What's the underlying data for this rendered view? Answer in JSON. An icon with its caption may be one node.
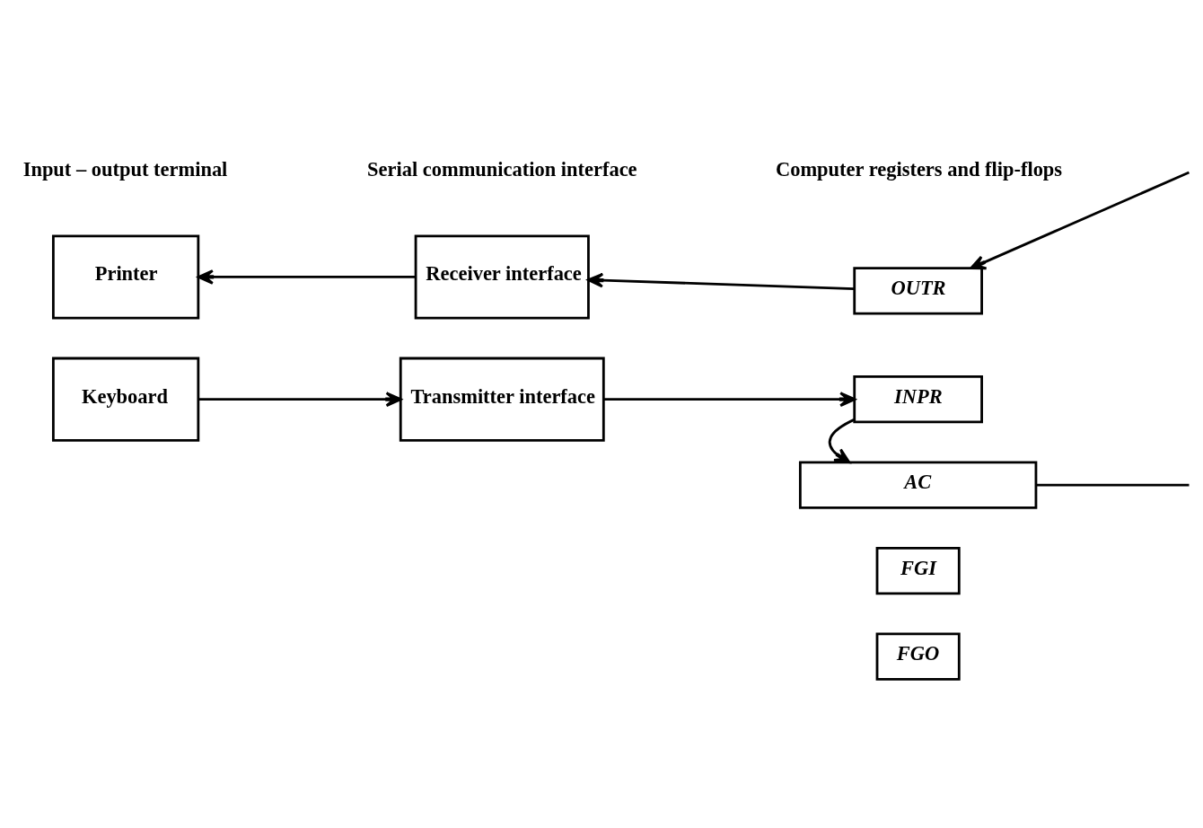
{
  "diagram": {
    "nodes": [
      {
        "text": [
          "Printer"
        ]
      },
      {
        "text": [
          "Receiver interface"
        ]
      },
      {
        "text": [
          "OUTR"
        ]
      },
      {
        "text": [
          "FGO"
        ]
      },
      {
        "text": [
          "Keyboard"
        ]
      },
      {
        "text": [
          "Transmitter interface"
        ]
      },
      {
        "text": [
          "INPR"
        ]
      },
      {
        "text": [
          "AC"
        ]
      },
      {
        "text": [
          "FGI"
        ]
      }
    ],
    "edges": [
      {
        "from": 1,
        "to": 0,
        "arrow": "to"
      },
      {
        "from": 2,
        "to": 1,
        "arrow": "to"
      },
      {
        "from": null,
        "to": 2,
        "arrow": "to"
      },
      {
        "from": 4,
        "to": 5,
        "arrow": "to"
      },
      {
        "from": 5,
        "to": 6,
        "arrow": "to"
      },
      {
        "from": 6,
        "to": 7,
        "arrow": "to"
      },
      {
        "from": 7,
        "to": null,
        "arrow": "none"
      }
    ],
    "labels": [
      "Input – output terminal",
      "Serial communication interface",
      "Computer registers and flip-flops"
    ]
  }
}
